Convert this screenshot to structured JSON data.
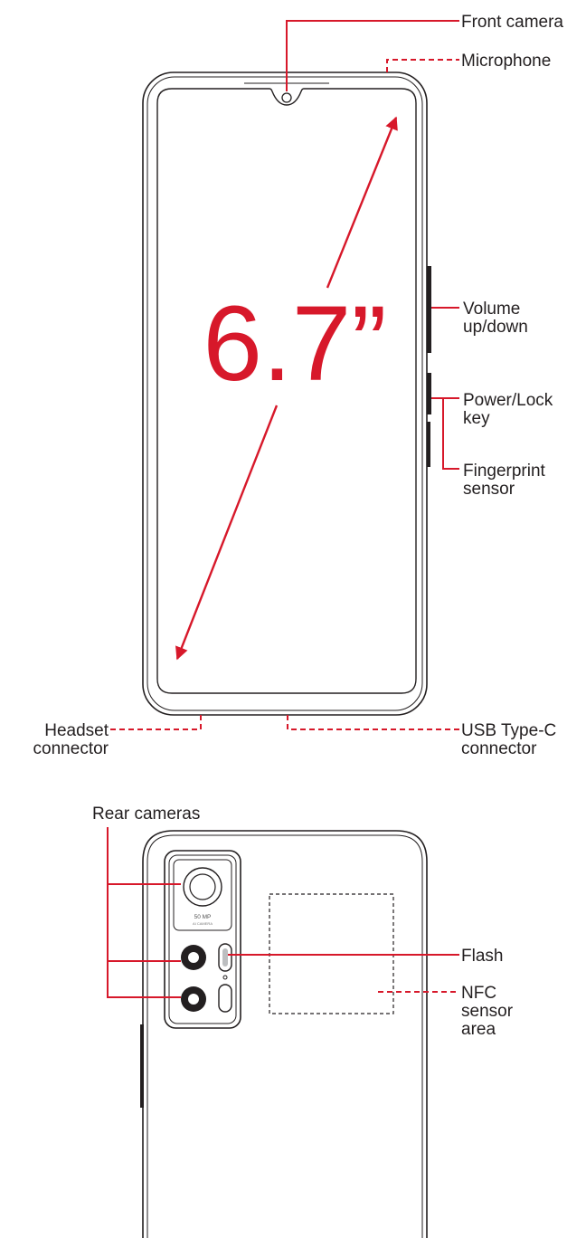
{
  "colors": {
    "accent": "#d7182a",
    "outline": "#231f20",
    "background": "#ffffff"
  },
  "front": {
    "screen_size": "6.7”",
    "labels": {
      "front_camera": "Front camera",
      "microphone": "Microphone",
      "volume": [
        "Volume",
        "up/down"
      ],
      "power": [
        "Power/Lock",
        "key"
      ],
      "fingerprint": [
        "Fingerprint",
        "sensor"
      ],
      "headset": [
        "Headset",
        "connector"
      ],
      "usb": [
        "USB Type-C",
        "connector"
      ]
    }
  },
  "back": {
    "camera_badge": [
      "50 MP",
      "AI CAMERA"
    ],
    "labels": {
      "rear_cameras": "Rear cameras",
      "flash": "Flash",
      "nfc": [
        "NFC",
        "sensor",
        "area"
      ]
    }
  },
  "icons": {
    "front_camera": "camera-punch-hole-icon",
    "rear_camera": "camera-lens-icon",
    "flash": "flash-icon"
  }
}
